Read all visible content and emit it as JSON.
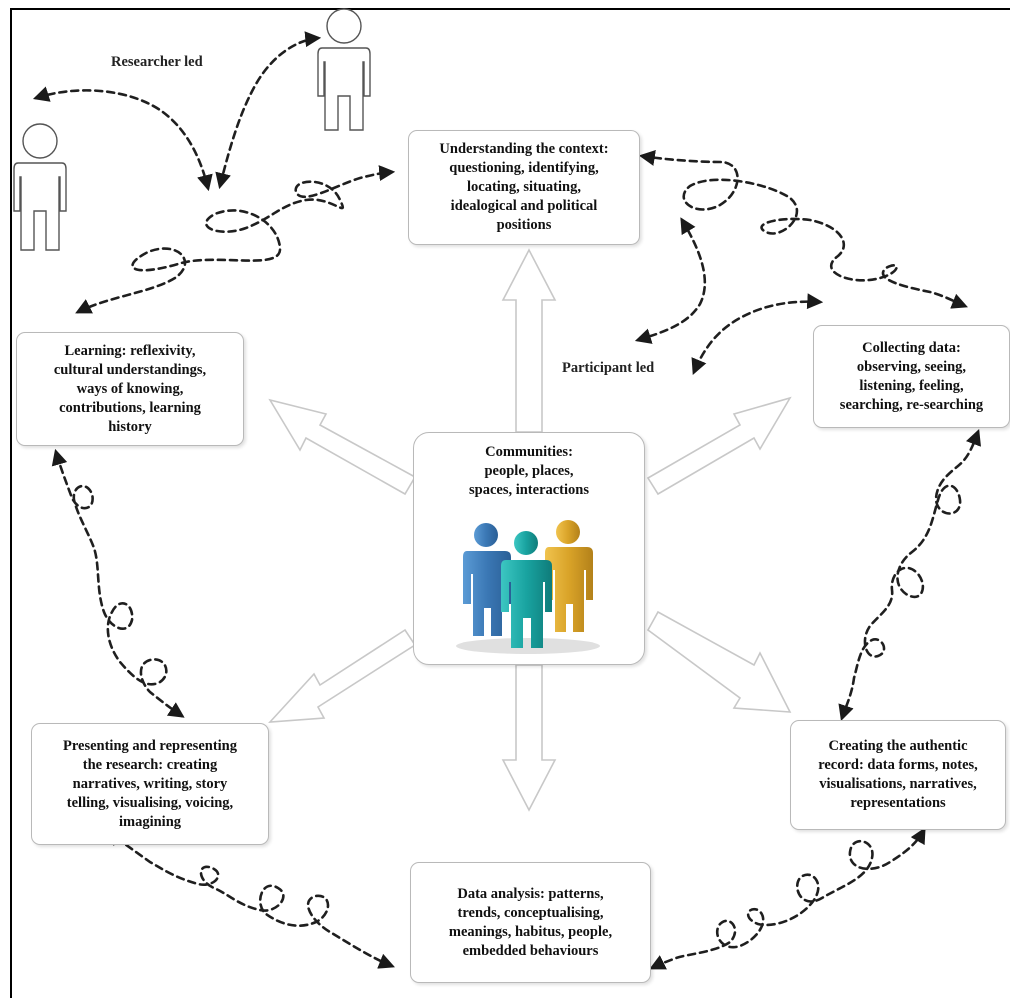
{
  "labels": {
    "researcher_led": "Researcher led",
    "participant_led": "Participant led"
  },
  "center": {
    "title": "Communities:\npeople, places,\nspaces, interactions",
    "icon": "people-group-icon"
  },
  "nodes": {
    "understanding": "Understanding the context:\nquestioning, identifying,\nlocating, situating,\nidealogical and political\npositions",
    "collecting": "Collecting data:\nobserving, seeing,\nlistening, feeling,\nsearching, re-searching",
    "creating": "Creating the authentic\nrecord: data forms, notes,\nvisualisations, narratives,\nrepresentations",
    "analysis": "Data analysis: patterns,\ntrends, conceptualising,\nmeanings, habitus, people,\nembedded behaviours",
    "presenting": "Presenting and representing\nthe research: creating\nnarratives, writing, story\ntelling, visualising, voicing,\nimagining",
    "learning": "Learning: reflexivity,\ncultural understandings,\nways of knowing,\ncontributions, learning\nhistory"
  },
  "colors": {
    "box_border": "#b9b9b9",
    "hollow_arrow": "#c8c8c8",
    "dashed_arrow": "#222222",
    "person_blue": "#3b78b5",
    "person_teal": "#19a3a0",
    "person_gold": "#d9a328"
  }
}
